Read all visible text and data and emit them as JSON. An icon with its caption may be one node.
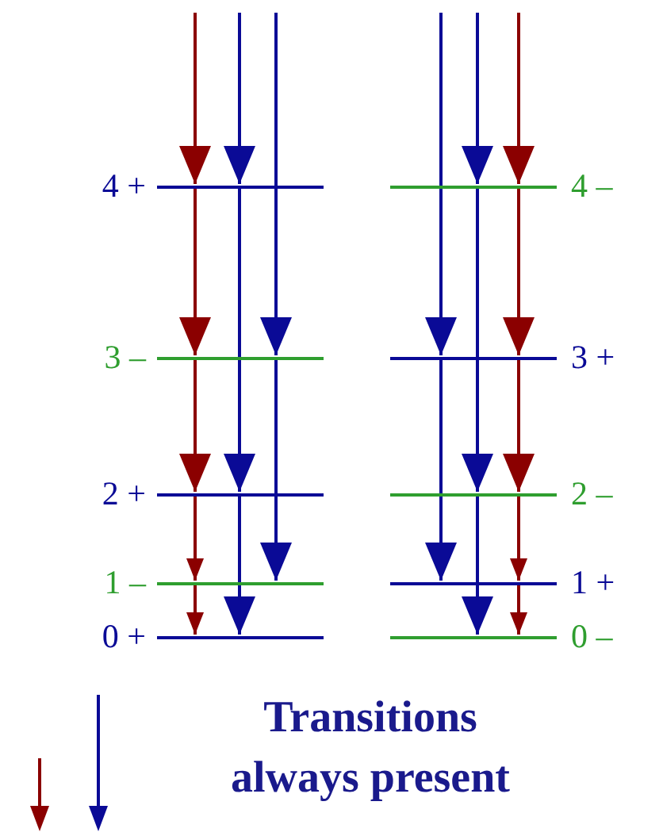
{
  "diagram": {
    "nodes": [
      {
        "text": [],
        "shape": "bar",
        "beside": [
          "4 +"
        ]
      },
      {
        "text": [],
        "shape": "bar",
        "beside": [
          "3 –"
        ]
      },
      {
        "text": [],
        "shape": "bar",
        "beside": [
          "2 +"
        ]
      },
      {
        "text": [],
        "shape": "bar",
        "beside": [
          "1 –"
        ]
      },
      {
        "text": [],
        "shape": "bar",
        "beside": [
          "0 +"
        ]
      },
      {
        "text": [],
        "shape": "bar",
        "beside": [
          "4 –"
        ]
      },
      {
        "text": [],
        "shape": "bar",
        "beside": [
          "3 +"
        ]
      },
      {
        "text": [],
        "shape": "bar",
        "beside": [
          "2 –"
        ]
      },
      {
        "text": [],
        "shape": "bar",
        "beside": [
          "1 +"
        ]
      },
      {
        "text": [],
        "shape": "bar",
        "beside": [
          "0 –"
        ]
      }
    ],
    "edges": [
      {
        "from": null,
        "to": 0,
        "arrow": "to",
        "color": "#8b0000"
      },
      {
        "from": 0,
        "to": 1,
        "arrow": "to",
        "color": "#8b0000"
      },
      {
        "from": 1,
        "to": 2,
        "arrow": "to",
        "color": "#8b0000"
      },
      {
        "from": 2,
        "to": 3,
        "arrow": "to",
        "color": "#8b0000"
      },
      {
        "from": 3,
        "to": 4,
        "arrow": "to",
        "color": "#8b0000"
      },
      {
        "from": null,
        "to": 0,
        "arrow": "to",
        "color": "#0a0a96"
      },
      {
        "from": 0,
        "to": 2,
        "arrow": "to",
        "color": "#0a0a96"
      },
      {
        "from": 2,
        "to": 4,
        "arrow": "to",
        "color": "#0a0a96"
      },
      {
        "from": null,
        "to": 1,
        "arrow": "to",
        "color": "#0a0a96"
      },
      {
        "from": 1,
        "to": 3,
        "arrow": "to",
        "color": "#0a0a96"
      },
      {
        "from": null,
        "to": 5,
        "arrow": "to",
        "color": "#0a0a96"
      },
      {
        "from": 5,
        "to": 7,
        "arrow": "to",
        "color": "#0a0a96"
      },
      {
        "from": 7,
        "to": 9,
        "arrow": "to",
        "color": "#0a0a96"
      },
      {
        "from": null,
        "to": 6,
        "arrow": "to",
        "color": "#0a0a96"
      },
      {
        "from": 6,
        "to": 8,
        "arrow": "to",
        "color": "#0a0a96"
      },
      {
        "from": null,
        "to": 5,
        "arrow": "to",
        "color": "#8b0000"
      },
      {
        "from": 5,
        "to": 6,
        "arrow": "to",
        "color": "#8b0000"
      },
      {
        "from": 6,
        "to": 7,
        "arrow": "to",
        "color": "#8b0000"
      },
      {
        "from": 7,
        "to": 8,
        "arrow": "to",
        "color": "#8b0000"
      },
      {
        "from": 8,
        "to": 9,
        "arrow": "to",
        "color": "#8b0000"
      }
    ],
    "labels": [
      "Transitions always present"
    ]
  }
}
